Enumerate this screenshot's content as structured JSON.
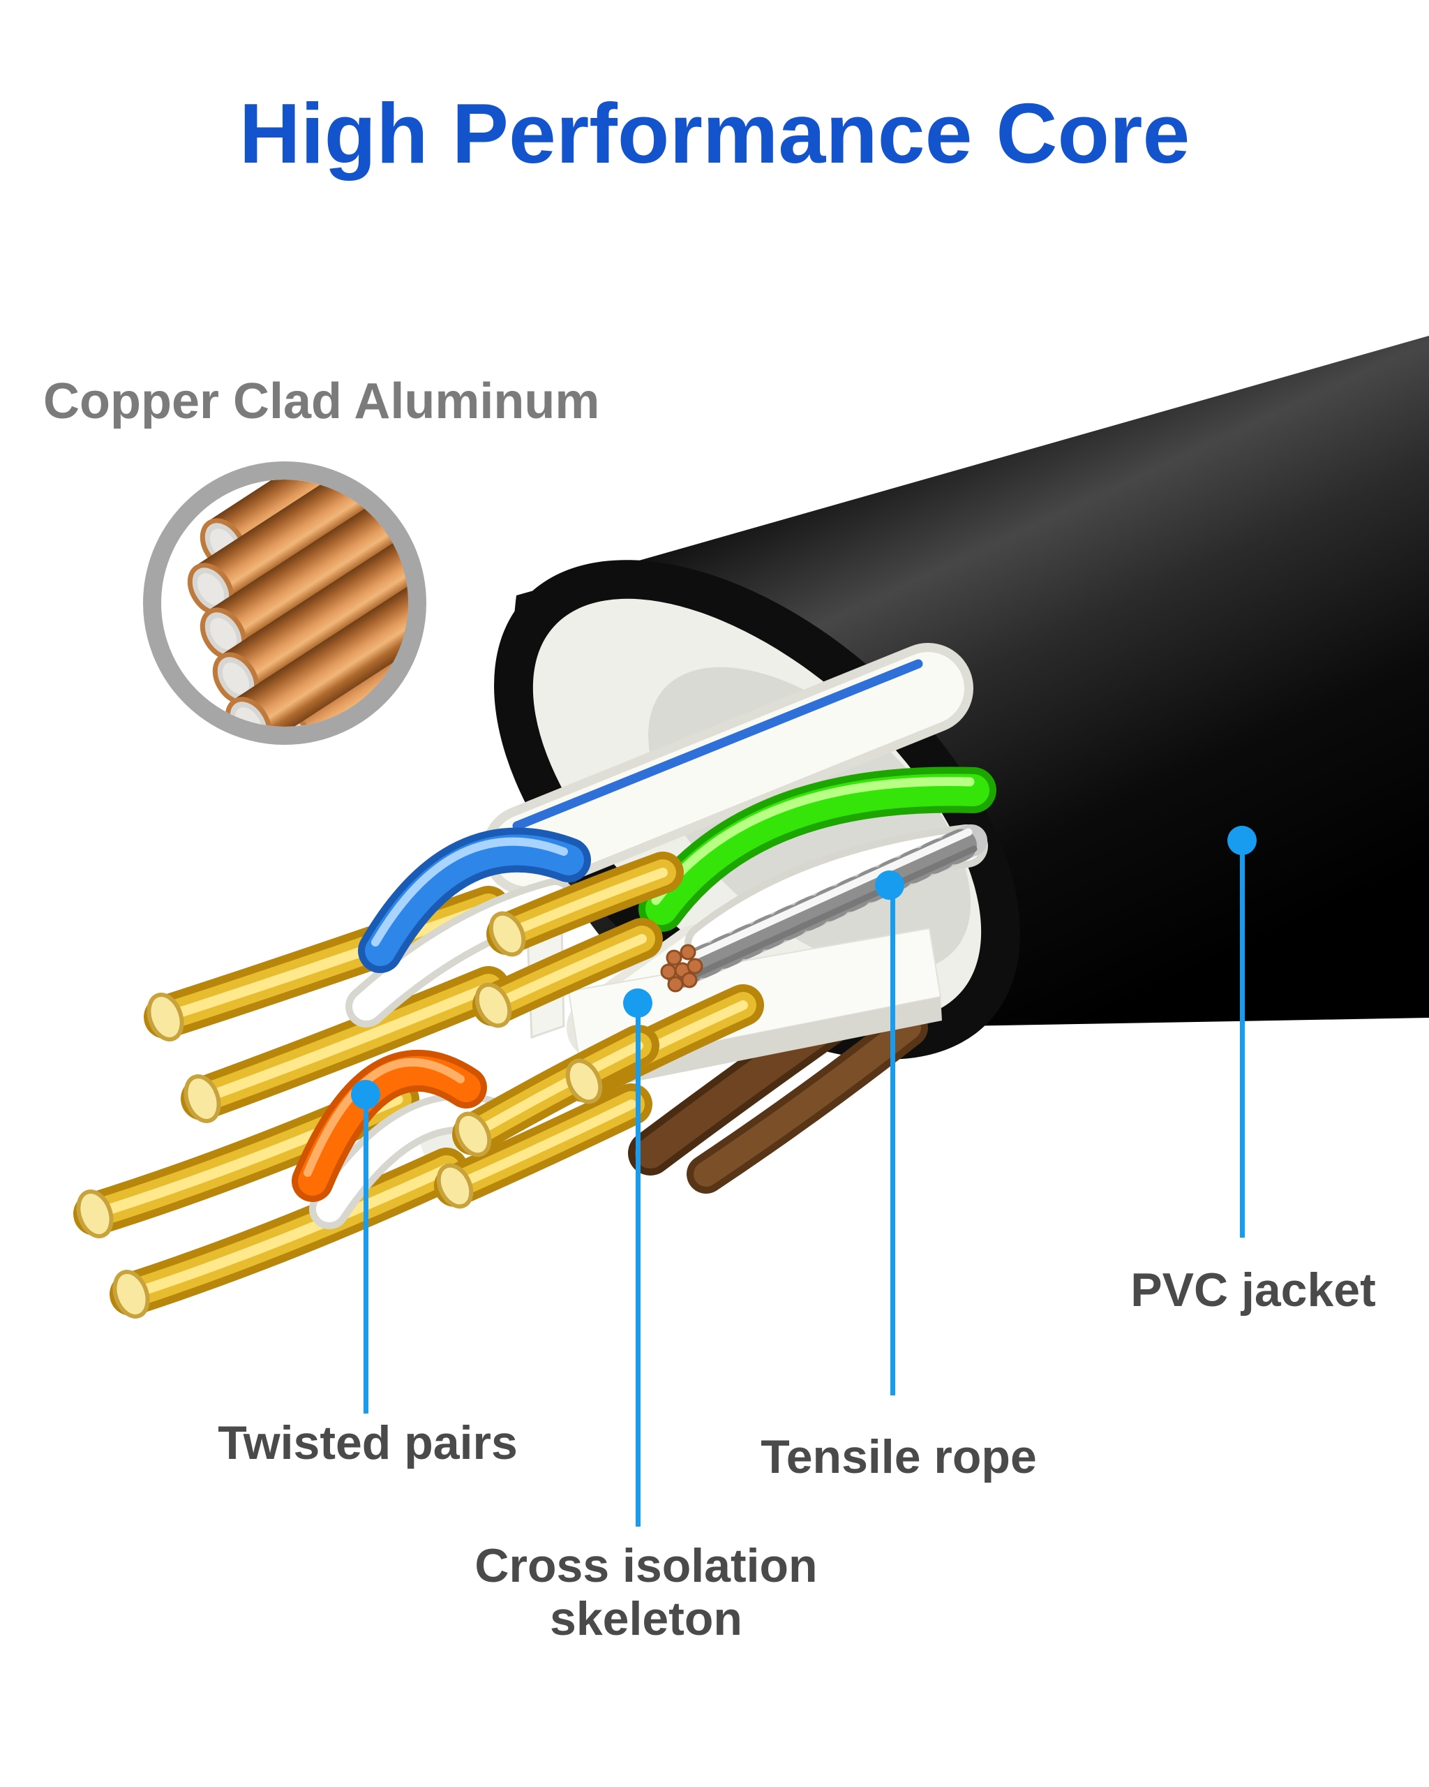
{
  "title": {
    "text": "High Performance Core"
  },
  "inset": {
    "label": "Copper Clad Aluminum"
  },
  "callouts": {
    "pvc_jacket": {
      "label": "PVC jacket"
    },
    "twisted_pairs": {
      "label": "Twisted pairs"
    },
    "tensile_rope": {
      "label": "Tensile rope"
    },
    "cross_isolation_skeleton": {
      "label_line1": "Cross isolation",
      "label_line2": "skeleton"
    }
  },
  "colors": {
    "title_blue": "#1353CC",
    "heading_gray": "#7B7B7B",
    "label_gray": "#4A4A4A",
    "pointer_blue": "#189CF0",
    "jacket_black": "#0D0D0D",
    "wire_blue": "#2E86E9",
    "wire_green": "#35E50A",
    "wire_orange": "#FF6E05",
    "wire_brown": "#6E4423",
    "wire_gold": "#E7BC35",
    "tensile_silver": "#C9C9C9",
    "copper": "#C9824A",
    "aluminum_face": "#D8D6D2",
    "inset_ring_gray": "#A6A6A6"
  }
}
